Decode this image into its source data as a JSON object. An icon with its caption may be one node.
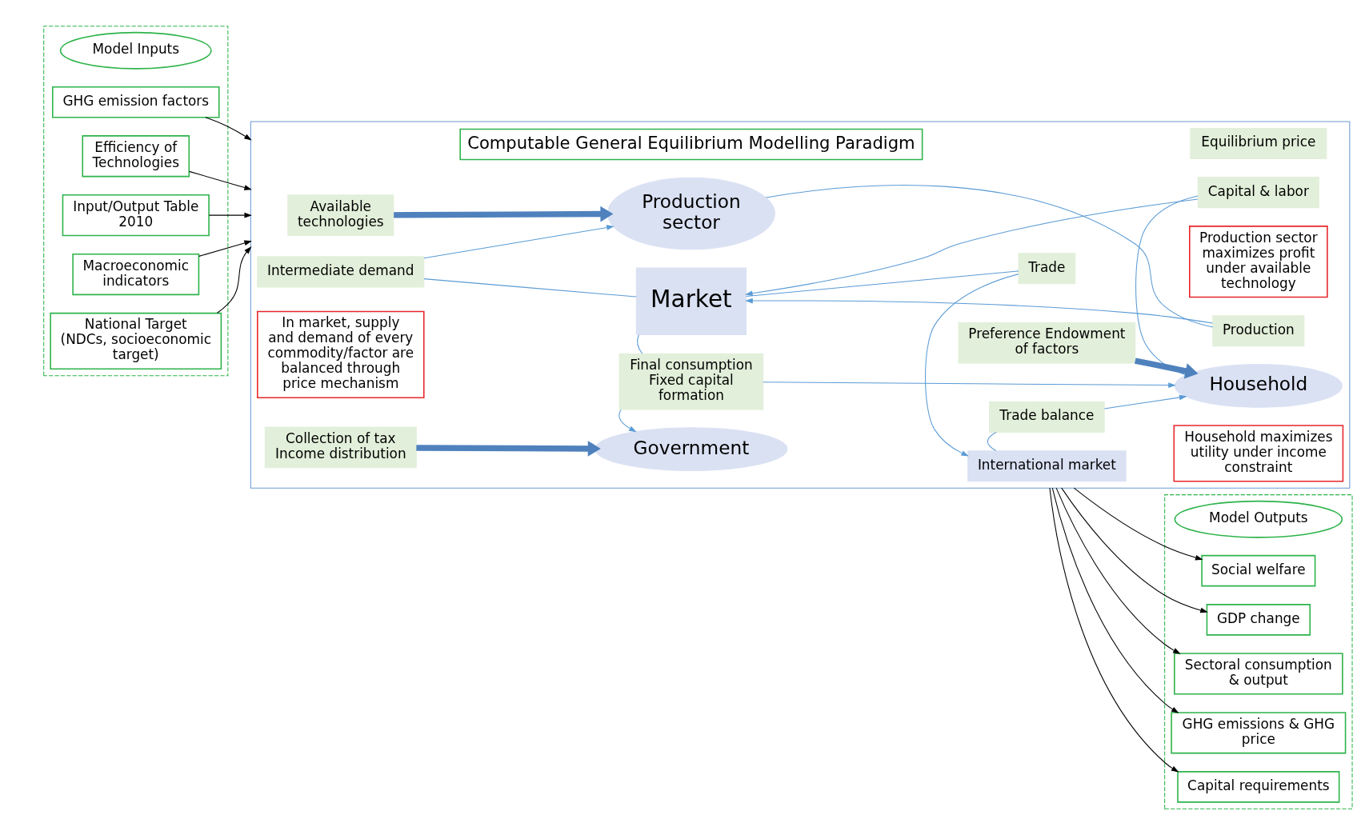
{
  "diagram": {
    "nodes": [
      {
        "text": [],
        "shape": "box"
      },
      {
        "text": [
          "Model Inputs"
        ],
        "in": 0
      },
      {
        "text": [
          "Input/Output Table 2010"
        ],
        "in": 0
      },
      {
        "text": [
          "Macroeconomic indicators"
        ],
        "in": 0
      },
      {
        "text": [
          "National Target (NDCs, socioeconomic target)"
        ],
        "in": 0
      },
      {
        "text": [
          "GHG emission factors"
        ],
        "in": 0
      },
      {
        "text": [
          "Efficiency of Technologies"
        ],
        "in": 0
      },
      {
        "text": [],
        "shape": "box"
      },
      {
        "text": [
          "Computable General Equilibrium Modelling Paradigm"
        ],
        "in": 7
      },
      {
        "text": [
          "Available technologies"
        ],
        "in": 7
      },
      {
        "text": [
          "Production sector"
        ],
        "in": 7
      },
      {
        "text": [
          "Production sector maximizes profit under available technology"
        ],
        "in": 7
      },
      {
        "text": [
          "Production"
        ],
        "in": 7
      },
      {
        "text": [
          "Intermediate demand"
        ],
        "in": 7
      },
      {
        "text": [
          "Equilibrium price"
        ],
        "in": 7
      },
      {
        "text": [
          "International market"
        ],
        "in": 7
      },
      {
        "text": [
          "Trade"
        ],
        "in": 7
      },
      {
        "text": [
          "Market"
        ],
        "in": 7
      },
      {
        "text": [
          "In market, supply and demand of every commodity/factor are balanced through price mechanism"
        ],
        "in": 7
      },
      {
        "text": [
          "Capital & labor"
        ],
        "in": 7
      },
      {
        "text": [
          "Trade balance"
        ],
        "in": 7
      },
      {
        "text": [
          "Final consumption Fixed capital formation"
        ],
        "in": 7
      },
      {
        "text": [
          "Collection of tax Income distribution"
        ],
        "in": 7
      },
      {
        "text": [
          "Government"
        ],
        "in": 7
      },
      {
        "text": [
          "Household"
        ],
        "in": 7
      },
      {
        "text": [
          "Preference Endowment of factors"
        ],
        "in": 7
      },
      {
        "text": [
          "Household maximizes utility under income constraint"
        ],
        "in": 7
      },
      {
        "text": [],
        "shape": "box"
      },
      {
        "text": [
          "Model Outputs"
        ],
        "in": 27
      },
      {
        "text": [
          "GDP change"
        ],
        "in": 27
      },
      {
        "text": [
          "Sectoral consumption & output"
        ],
        "in": 27
      },
      {
        "text": [
          "GHG emissions & GHG price"
        ],
        "in": 27
      },
      {
        "text": [
          "Capital requirements"
        ],
        "in": 27
      },
      {
        "text": [
          "Social welfare"
        ],
        "in": 27
      }
    ],
    "edges": [
      {
        "from": 2,
        "to": 7,
        "arrow": "to",
        "color": "#000000"
      },
      {
        "from": 3,
        "to": 7,
        "arrow": "to",
        "color": "#000000"
      },
      {
        "from": 4,
        "to": 7,
        "arrow": "to",
        "color": "#000000"
      },
      {
        "from": 5,
        "to": 7,
        "arrow": "to",
        "color": "#000000"
      },
      {
        "from": 6,
        "to": 7,
        "arrow": "to",
        "color": "#000000"
      },
      {
        "from": 9,
        "to": 10,
        "arrow": "to",
        "style": "thick",
        "color": "#4f81bd"
      },
      {
        "from": 10,
        "to": 12,
        "arrow": "none"
      },
      {
        "from": 12,
        "to": 17,
        "arrow": "to"
      },
      {
        "from": 17,
        "to": 13,
        "arrow": "none"
      },
      {
        "from": 13,
        "to": 10,
        "arrow": "to"
      },
      {
        "from": 17,
        "to": 16,
        "arrow": "none"
      },
      {
        "from": 16,
        "to": 15,
        "arrow": "to"
      },
      {
        "from": 24,
        "to": 19,
        "arrow": "none"
      },
      {
        "from": 19,
        "to": 17,
        "arrow": "to"
      },
      {
        "from": 15,
        "to": 20,
        "arrow": "none"
      },
      {
        "from": 20,
        "to": 24,
        "arrow": "to"
      },
      {
        "from": 17,
        "to": 21,
        "arrow": "none"
      },
      {
        "from": 21,
        "to": 23,
        "arrow": "to"
      },
      {
        "from": 21,
        "to": 24,
        "arrow": "to"
      },
      {
        "from": 22,
        "to": 23,
        "arrow": "to",
        "style": "thick",
        "color": "#4f81bd"
      },
      {
        "from": 25,
        "to": 24,
        "arrow": "to",
        "style": "thick",
        "color": "#4f81bd"
      },
      {
        "from": 7,
        "to": 29,
        "arrow": "to",
        "color": "#000000"
      },
      {
        "from": 7,
        "to": 30,
        "arrow": "to",
        "color": "#000000"
      },
      {
        "from": 7,
        "to": 31,
        "arrow": "to",
        "color": "#000000"
      },
      {
        "from": 7,
        "to": 32,
        "arrow": "to",
        "color": "#000000"
      },
      {
        "from": 7,
        "to": 33,
        "arrow": "to",
        "color": "#000000"
      }
    ]
  }
}
